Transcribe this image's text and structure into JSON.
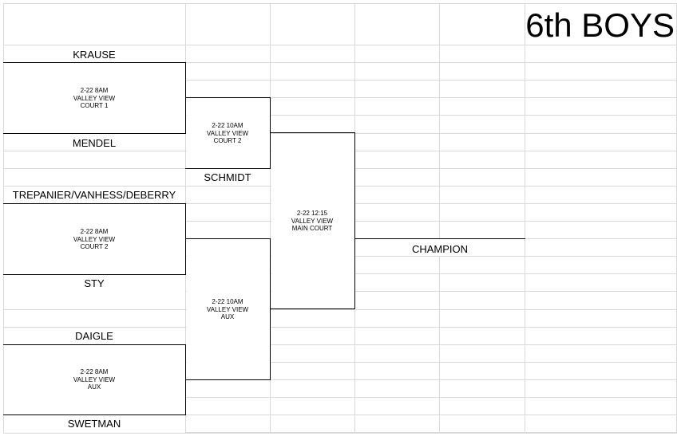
{
  "title": "6th BOYS",
  "teams": {
    "krause": "KRAUSE",
    "mendel": "MENDEL",
    "schmidt": "SCHMIDT",
    "trepanier": "TREPANIER/VANHESS/DEBERRY",
    "sty": "STY",
    "daigle": "DAIGLE",
    "swetman": "SWETMAN",
    "champion": "CHAMPION"
  },
  "games": {
    "g1": {
      "date": "2-22 8AM",
      "site": "VALLEY VIEW",
      "court": "COURT 1"
    },
    "g2": {
      "date": "2-22 10AM",
      "site": "VALLEY VIEW",
      "court": "COURT 2"
    },
    "g3": {
      "date": "2-22 8AM",
      "site": "VALLEY VIEW",
      "court": "COURT 2"
    },
    "g4": {
      "date": "2-22 12:15",
      "site": "VALLEY VIEW",
      "court": "MAIN COURT"
    },
    "g5": {
      "date": "2-22 10AM",
      "site": "VALLEY VIEW",
      "court": "AUX"
    },
    "g6": {
      "date": "2-22 8AM",
      "site": "VALLEY VIEW",
      "court": "AUX"
    }
  }
}
